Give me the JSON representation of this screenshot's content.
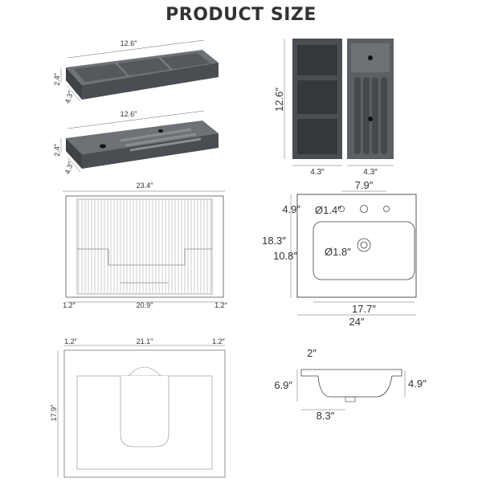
{
  "title": "PRODUCT SIZE",
  "dims": {
    "tray_len": "12.6″",
    "tray_h": "2.4″",
    "tray_d": "4.3″",
    "tray2_len": "12.6″",
    "tray2_h": "2.4″",
    "tray2_d": "4.3″",
    "organizer_h": "12.6″",
    "organizer_w1": "4.3″",
    "organizer_w2": "4.3″",
    "front_w": "23.4″",
    "front_inner": "20.9″",
    "front_side_l": "1.2″",
    "front_side_r": "1.2″",
    "top_faucet_spacing": "7.9″",
    "top_back_depth": "4.9″",
    "top_faucet_hole": "Ø1.4″",
    "top_depth": "18.3″",
    "top_bowl_depth": "10.8″",
    "top_drain": "Ø1.8″",
    "top_bowl_w": "17.7″",
    "top_w": "24″",
    "cab_side_l": "1.2″",
    "cab_w": "21.1″",
    "cab_side_r": "1.2″",
    "cab_depth": "17.9″",
    "sec_rim": "2″",
    "sec_h": "6.9″",
    "sec_h2": "4.9″",
    "sec_w": "8.3″"
  },
  "colors": {
    "tray_dark": "#4a4d52",
    "tray_mid": "#5c5f64",
    "tray_light": "#6e7176",
    "line": "#444444",
    "text": "#333333"
  }
}
